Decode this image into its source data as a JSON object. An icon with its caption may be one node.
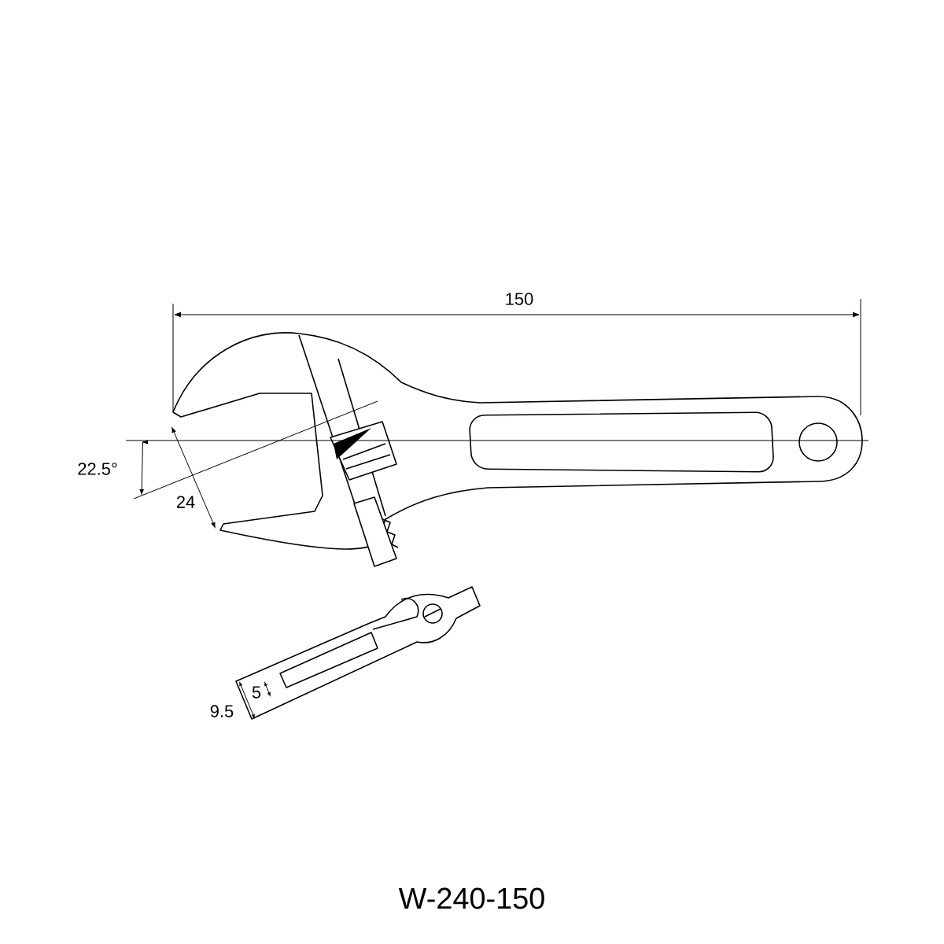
{
  "diagram": {
    "caption": "W-240-150",
    "labels": [
      "150",
      "22.5°",
      "24",
      "9.5",
      "5"
    ]
  }
}
